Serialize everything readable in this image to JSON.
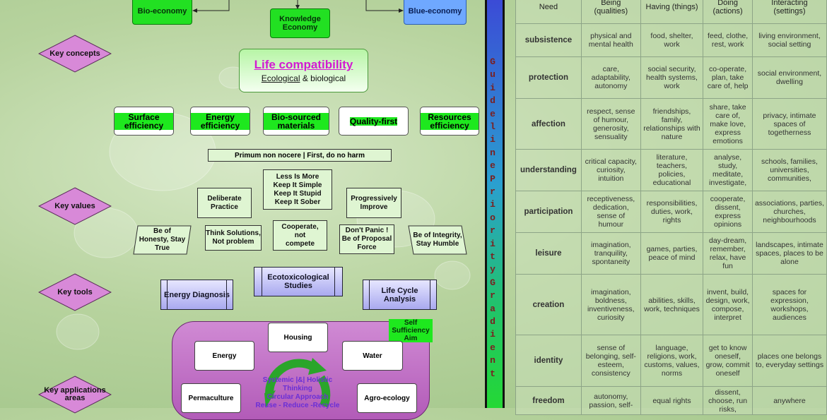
{
  "top": {
    "bioeconomy": "Bio-economy",
    "knowledge": "Knowledge Economy",
    "blueeconomy": "Blue-economy"
  },
  "diamonds": {
    "key_concepts": "Key concepts",
    "key_values": "Key values",
    "key_tools": "Key tools",
    "key_app": "Key applications areas"
  },
  "life": {
    "title": "Life compatibility",
    "sub_ecological": "Ecological",
    "sub_rest": " & biological"
  },
  "concepts": [
    "Surface efficiency",
    "Energy efficiency",
    "Bio-sourced materials",
    "Quality-first",
    "Resources efficiency"
  ],
  "primum": "Primum non nocere | First, do no harm",
  "values": {
    "kiss": "Less Is More Keep It Simple Keep It Stupid Keep It Sober",
    "deliberate": "Deliberate Practice",
    "progressive": "Progressively Improve",
    "honesty": "Be of Honesty, Stay True",
    "think": "Think Solutions, Not problem",
    "cooperate": "Cooperate, not compete",
    "dontpanic": "Don't Panic ! Be of Proposal Force",
    "integrity": "Be of Integrity, Stay Humble"
  },
  "tools": {
    "energy": "Energy Diagnosis",
    "ecotox": "Ecotoxicological Studies",
    "lca": "Life Cycle Analysis"
  },
  "apps": {
    "housing": "Housing",
    "energy": "Energy",
    "water": "Water",
    "permaculture": "Permaculture",
    "agroecology": "Agro-ecology",
    "self": "Self Sufficiency Aim",
    "systemic": "Systemic |&| Holistic Thinking",
    "circular": "Circular Approach",
    "rrr": "Reuse - Reduce -Recycle"
  },
  "gradient_letters": [
    "G",
    "u",
    "i",
    "d",
    "e",
    "l",
    "i",
    "n",
    "e",
    "P",
    "r",
    "i",
    "o",
    "r",
    "i",
    "t",
    "y",
    "G",
    "r",
    "a",
    "d",
    "i",
    "e",
    "n",
    "t"
  ],
  "table": {
    "headers": [
      "Need",
      "Being (qualities)",
      "Having (things)",
      "Doing (actions)",
      "Interacting (settings)"
    ],
    "rows": [
      [
        "subsistence",
        "physical and mental health",
        "food, shelter, work",
        "feed, clothe, rest, work",
        "living environment, social setting"
      ],
      [
        "protection",
        "care, adaptability, autonomy",
        "social security, health systems, work",
        "co-operate, plan, take care of, help",
        "social environment, dwelling"
      ],
      [
        "affection",
        "respect, sense of humour, generosity, sensuality",
        "friendships, family, relationships with nature",
        "share, take care of, make love, express emotions",
        "privacy, intimate spaces of togetherness"
      ],
      [
        "understanding",
        "critical capacity, curiosity, intuition",
        "literature, teachers, policies, educational",
        "analyse, study, meditate, investigate,",
        "schools, families, universities, communities,"
      ],
      [
        "participation",
        "receptiveness, dedication, sense of humour",
        "responsibilities, duties, work, rights",
        "cooperate, dissent, express opinions",
        "associations, parties, churches, neighbourhoods"
      ],
      [
        "leisure",
        "imagination, tranquility, spontaneity",
        "games, parties, peace of mind",
        "day-dream, remember, relax, have fun",
        "landscapes, intimate spaces, places to be alone"
      ],
      [
        "creation",
        "imagination, boldness, inventiveness, curiosity",
        "abilities, skills, work, techniques",
        "invent, build, design, work, compose, interpret",
        "spaces for expression, workshops, audiences"
      ],
      [
        "identity",
        "sense of belonging, self-esteem, consistency",
        "language, religions, work, customs, values, norms",
        "get to know oneself, grow, commit oneself",
        "places one belongs to, everyday settings"
      ],
      [
        "freedom",
        "autonomy, passion, self-",
        "equal rights",
        "dissent, choose, run risks,",
        "anywhere"
      ]
    ]
  },
  "colors": {
    "green": "#22e022",
    "blue": "#6fa8ff",
    "diamond": "#d889d8",
    "purple_panel": "#b25bb8",
    "title_magenta": "#d21ad2"
  }
}
